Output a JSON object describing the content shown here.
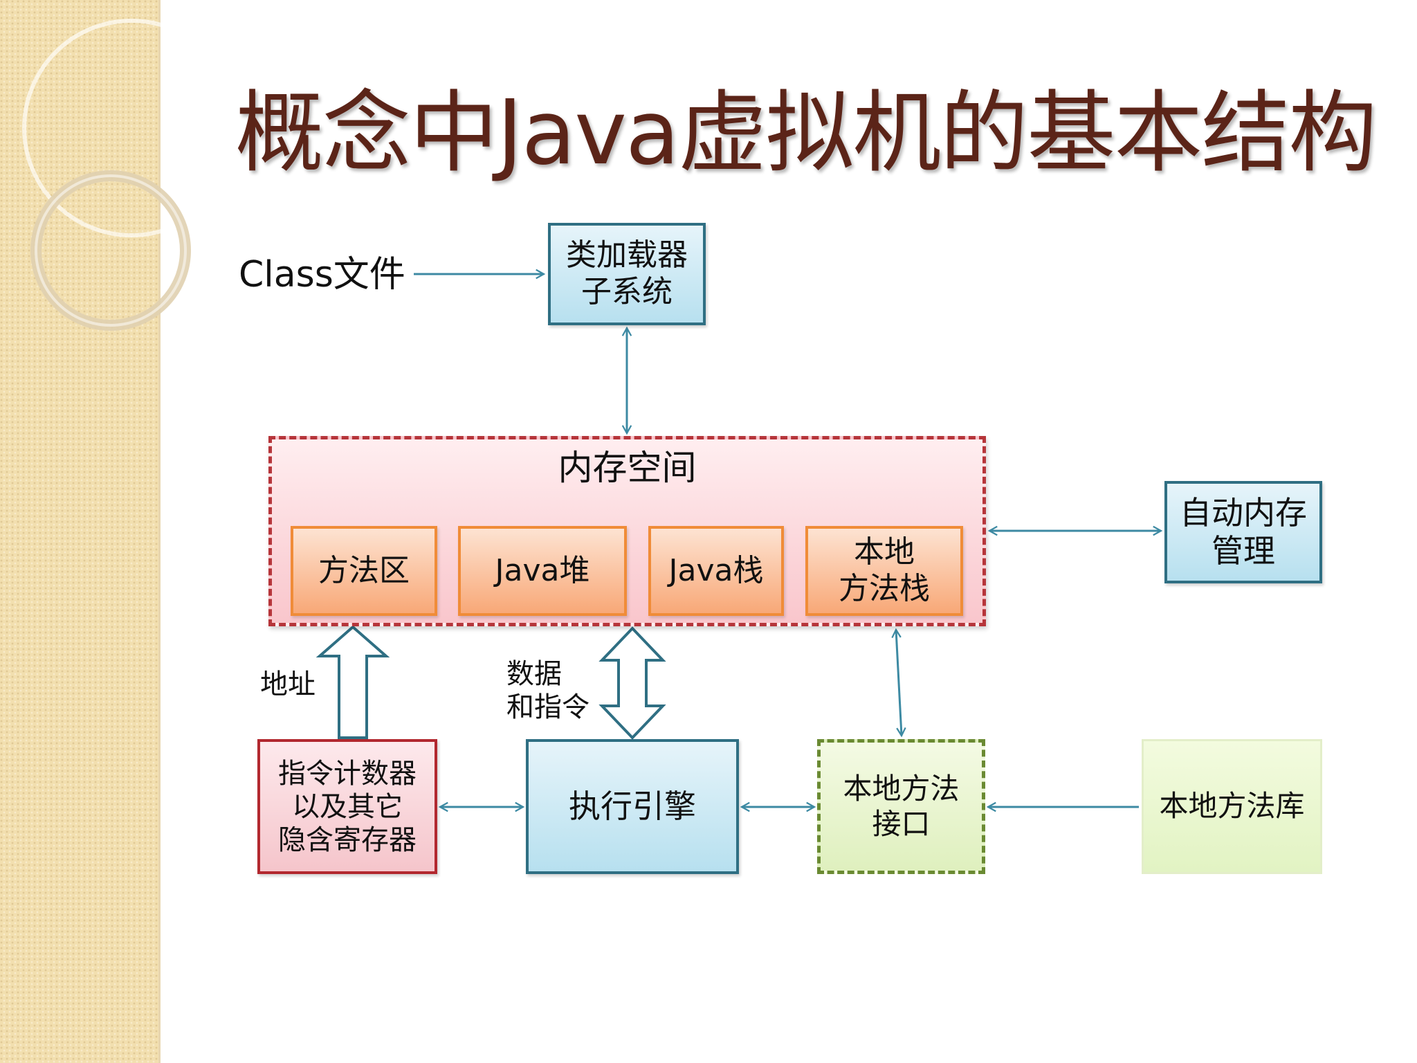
{
  "title": "概念中Java虚拟机的基本结构",
  "class_file_label": "Class文件",
  "class_loader": "类加载器\n子系统",
  "memory_space": {
    "title": "内存空间",
    "areas": {
      "method_area": "方法区",
      "java_heap": "Java堆",
      "java_stack": "Java栈",
      "native_method_stack": "本地\n方法栈"
    }
  },
  "auto_memory_management": "自动内存\n管理",
  "pc_register": "指令计数器\n以及其它\n隐含寄存器",
  "execution_engine": "执行引擎",
  "native_method_interface": "本地方法\n接口",
  "native_method_library": "本地方法库",
  "arrow_labels": {
    "address": "地址",
    "data_and_instructions": "数据\n和指令"
  },
  "colors": {
    "title": "#5b2418",
    "arrow": "#3d8aa3",
    "block_arrow_fill": "#ffffff",
    "block_arrow_stroke": "#2f6f83"
  }
}
